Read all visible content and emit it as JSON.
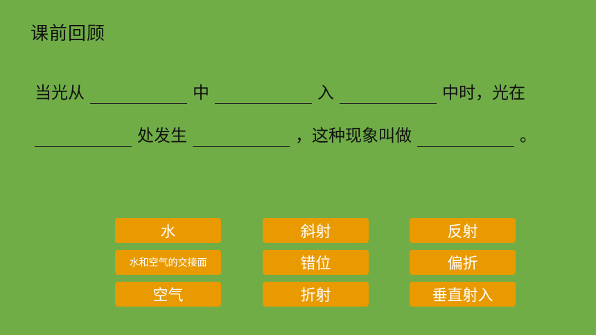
{
  "title": "课前回顾",
  "sentence": {
    "line1": [
      "当光从",
      "中",
      "入",
      "中时，光在"
    ],
    "line2": [
      "处发生",
      "，这种现象叫做",
      "。"
    ]
  },
  "options": [
    {
      "label": "水"
    },
    {
      "label": "斜射"
    },
    {
      "label": "反射"
    },
    {
      "label": "水和空气的交接面"
    },
    {
      "label": "错位"
    },
    {
      "label": "偏折"
    },
    {
      "label": "空气"
    },
    {
      "label": "折射"
    },
    {
      "label": "垂直射入"
    }
  ],
  "colors": {
    "background": "#70AD47",
    "option_fill": "#E89A00",
    "option_text": "#FFFFFF"
  }
}
